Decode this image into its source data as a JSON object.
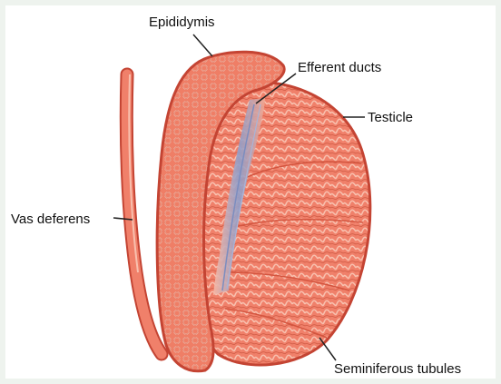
{
  "labels": {
    "epididymis": "Epididymis",
    "efferent_ducts": "Efferent ducts",
    "testicle": "Testicle",
    "vas_deferens": "Vas deferens",
    "seminiferous_tubules": "Seminiferous tubules"
  },
  "colors": {
    "tissue": "#f0806a",
    "tissue_light": "#f6a08a",
    "tissue_dark": "#d4553f",
    "outline": "#c44433",
    "ducts": "#8e9fcc",
    "leader": "#222222"
  }
}
